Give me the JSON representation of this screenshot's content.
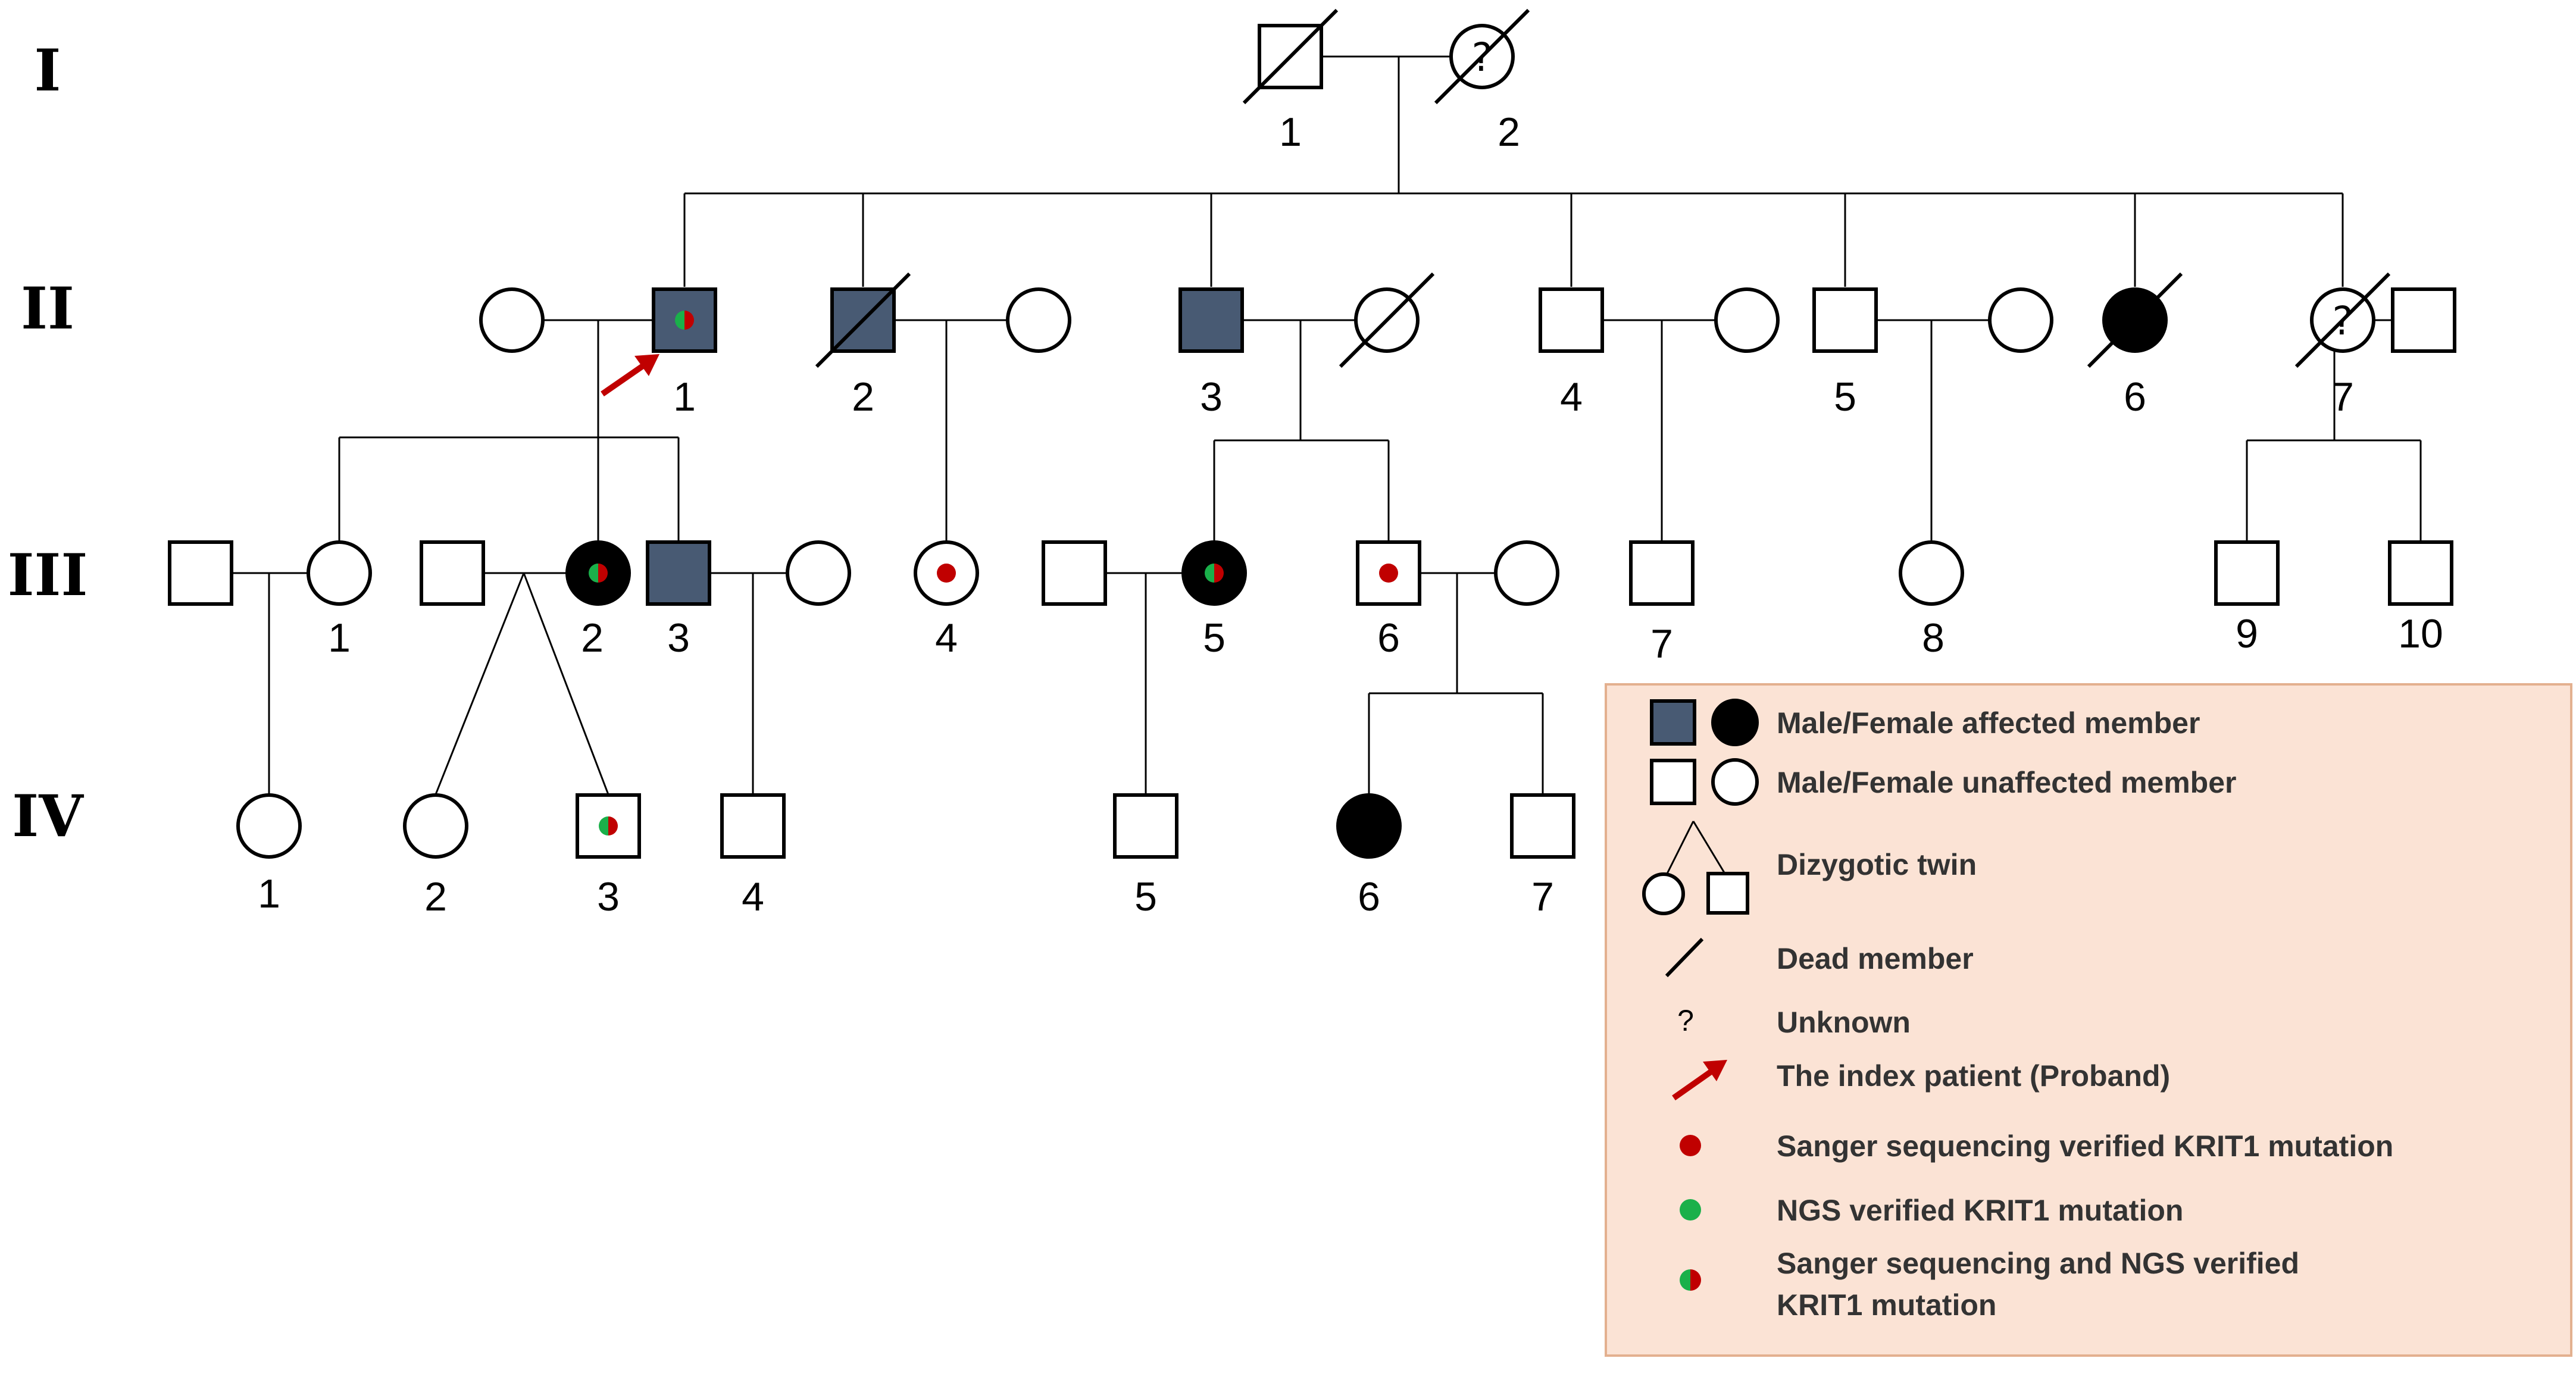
{
  "colors": {
    "affected_male": "#485a73",
    "affected_female": "#000000",
    "unaffected": "#ffffff",
    "sanger": "#c00000",
    "ngs": "#1ab04a",
    "proband_arrow": "#c00000",
    "legend_bg": "#fbe3d5",
    "legend_border": "#e3b08f"
  },
  "generations": [
    "I",
    "II",
    "III",
    "IV"
  ],
  "members": {
    "I-1": {
      "label": "1",
      "sex": "male",
      "affected": false,
      "dead": true
    },
    "I-2": {
      "label": "2",
      "sex": "female",
      "affected": false,
      "dead": true,
      "unknown": true
    },
    "II-1a": {
      "sex": "female",
      "affected": false
    },
    "II-1": {
      "label": "1",
      "sex": "male",
      "affected": true,
      "mutation": "both",
      "proband": true
    },
    "II-2": {
      "label": "2",
      "sex": "male",
      "affected": true,
      "dead": true
    },
    "II-2a": {
      "sex": "female",
      "affected": false
    },
    "II-3": {
      "label": "3",
      "sex": "male",
      "affected": true
    },
    "II-3a": {
      "sex": "female",
      "affected": false,
      "dead": true
    },
    "II-4": {
      "label": "4",
      "sex": "male",
      "affected": false
    },
    "II-4a": {
      "sex": "female",
      "affected": false
    },
    "II-5": {
      "label": "5",
      "sex": "male",
      "affected": false
    },
    "II-5a": {
      "sex": "female",
      "affected": false
    },
    "II-6": {
      "label": "6",
      "sex": "female",
      "affected": true,
      "dead": true
    },
    "II-7": {
      "label": "7",
      "sex": "female",
      "affected": false,
      "dead": true,
      "unknown": true
    },
    "II-7a": {
      "sex": "male",
      "affected": false
    },
    "III-1a": {
      "sex": "male",
      "affected": false
    },
    "III-1": {
      "label": "1",
      "sex": "female",
      "affected": false
    },
    "III-2a": {
      "sex": "male",
      "affected": false
    },
    "III-2": {
      "label": "2",
      "sex": "female",
      "affected": true,
      "mutation": "both"
    },
    "III-3": {
      "label": "3",
      "sex": "male",
      "affected": true
    },
    "III-3a": {
      "sex": "female",
      "affected": false
    },
    "III-4": {
      "label": "4",
      "sex": "female",
      "affected": false,
      "mutation": "sanger"
    },
    "III-5a": {
      "sex": "male",
      "affected": false
    },
    "III-5": {
      "label": "5",
      "sex": "female",
      "affected": true,
      "mutation": "both"
    },
    "III-6": {
      "label": "6",
      "sex": "male",
      "affected": false,
      "mutation": "sanger"
    },
    "III-6a": {
      "sex": "female",
      "affected": false
    },
    "III-7": {
      "label": "7",
      "sex": "male",
      "affected": false
    },
    "III-8": {
      "label": "8",
      "sex": "female",
      "affected": false
    },
    "III-9": {
      "label": "9",
      "sex": "male",
      "affected": false
    },
    "III-10": {
      "label": "10",
      "sex": "male",
      "affected": false
    },
    "IV-1": {
      "label": "1",
      "sex": "female",
      "affected": false
    },
    "IV-2": {
      "label": "2",
      "sex": "female",
      "affected": false
    },
    "IV-3": {
      "label": "3",
      "sex": "male",
      "affected": false,
      "mutation": "both"
    },
    "IV-4": {
      "label": "4",
      "sex": "male",
      "affected": false
    },
    "IV-5": {
      "label": "5",
      "sex": "male",
      "affected": false
    },
    "IV-6": {
      "label": "6",
      "sex": "female",
      "affected": true
    },
    "IV-7": {
      "label": "7",
      "sex": "male",
      "affected": false
    }
  },
  "legend": {
    "affected": "Male/Female affected member",
    "unaffected": "Male/Female unaffected member",
    "twin": "Dizygotic twin",
    "dead": "Dead member",
    "unknown_symbol": "?",
    "unknown": "Unknown",
    "proband": "The index patient (Proband)",
    "sanger": "Sanger sequencing verified KRIT1 mutation",
    "ngs": "NGS verified KRIT1 mutation",
    "both_line1": "Sanger sequencing and NGS verified",
    "both_line2": "KRIT1 mutation"
  }
}
